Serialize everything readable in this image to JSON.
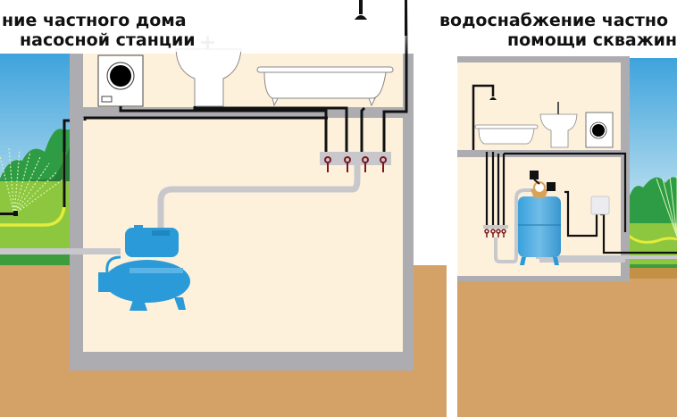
{
  "left_panel": {
    "caption_line1": "ние частного дома",
    "caption_line2": "насосной станции",
    "fixtures": [
      "washing-machine",
      "sink",
      "bathtub",
      "shower"
    ],
    "equipment": [
      "pump-station",
      "manifold-4-taps"
    ],
    "outdoor": [
      "sprinkler",
      "garden-hose",
      "bushes"
    ]
  },
  "right_panel": {
    "caption_line1": "водоснабжение частно",
    "caption_line2": "помощи скважин",
    "fixtures": [
      "shower",
      "bathtub",
      "sink",
      "washing-machine"
    ],
    "equipment": [
      "expansion-tank",
      "pressure-switch",
      "control-box",
      "manifold-4-taps"
    ],
    "outdoor": [
      "sprinkler",
      "garden-hose",
      "bushes"
    ]
  },
  "colors": {
    "wall": "#fdf1dc",
    "wall_frame": "#adadb1",
    "soil": "#d4a266",
    "sky_top": "#3ea3dc",
    "sky_bottom": "#cfe8f3",
    "grass": "#8dc63f",
    "bush": "#2e9b45",
    "pipe_black": "#111111",
    "pipe_grey": "#c8c8cc",
    "equipment_blue": "#2a9bd8",
    "hose_yellow": "#e3ec3a",
    "tap_red": "#7a1820"
  }
}
